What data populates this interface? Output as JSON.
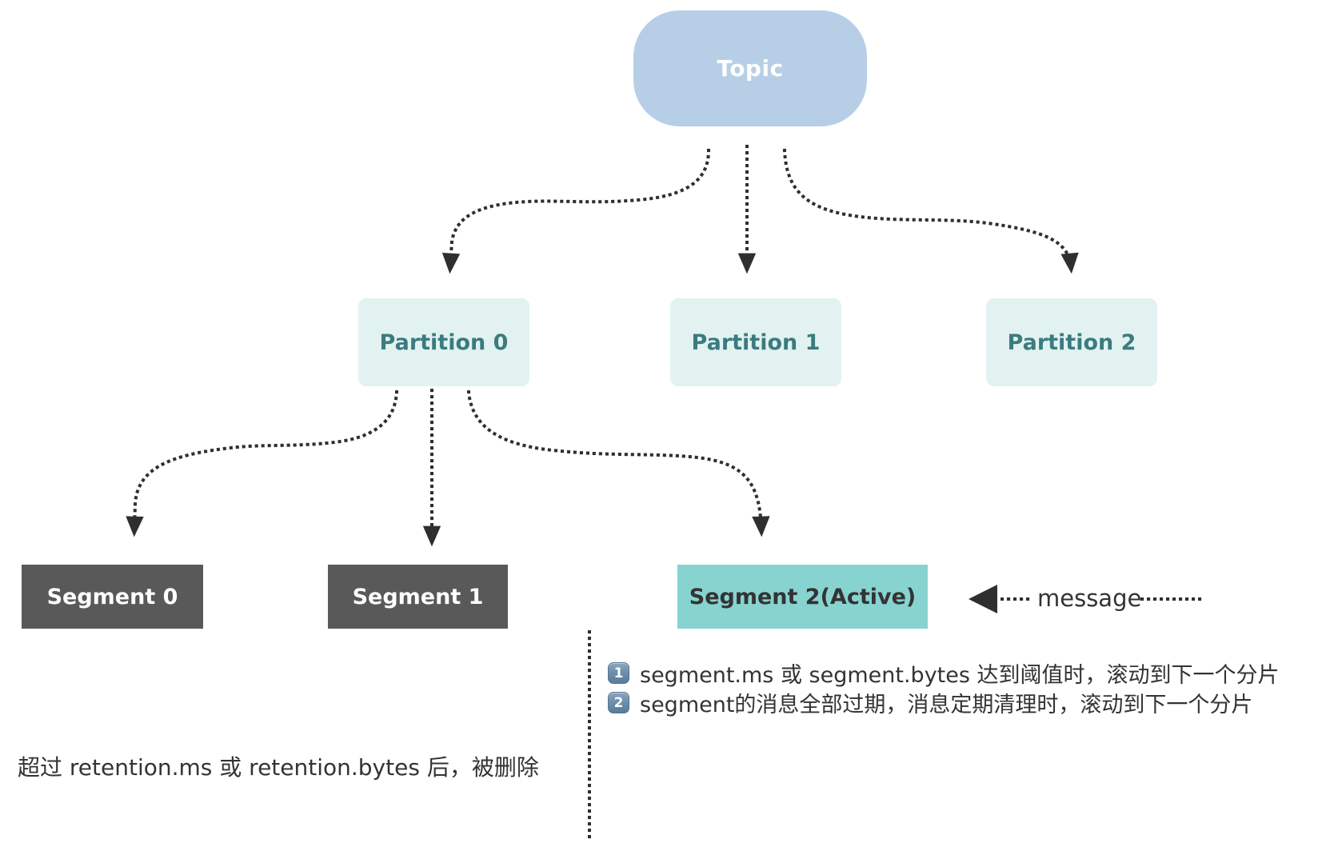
{
  "diagram": {
    "topic": {
      "label": "Topic"
    },
    "partitions": [
      {
        "label": "Partition 0"
      },
      {
        "label": "Partition 1"
      },
      {
        "label": "Partition 2"
      }
    ],
    "segments": [
      {
        "label": "Segment 0"
      },
      {
        "label": "Segment 1"
      },
      {
        "label": "Segment 2(Active)"
      }
    ],
    "message_label": "message",
    "notes": {
      "segment_roll": [
        {
          "num": "1",
          "text": "segment.ms 或 segment.bytes 达到阈值时，滚动到下一个分片"
        },
        {
          "num": "2",
          "text": "segment的消息全部过期，消息定期清理时，滚动到下一个分片"
        }
      ],
      "retention": "超过 retention.ms 或 retention.bytes 后，被删除"
    },
    "colors": {
      "topic_bg": "#b7cfe6",
      "topic_text": "#ffffff",
      "partition_bg": "#e2f2f1",
      "partition_text": "#3a7c7e",
      "segment_bg": "#595959",
      "segment_text": "#ffffff",
      "active_segment_bg": "#87d3d0",
      "active_segment_text": "#333333",
      "arrow": "#2f2f2f",
      "badge_bg": "#6e90ac",
      "note_text": "#333333"
    }
  }
}
